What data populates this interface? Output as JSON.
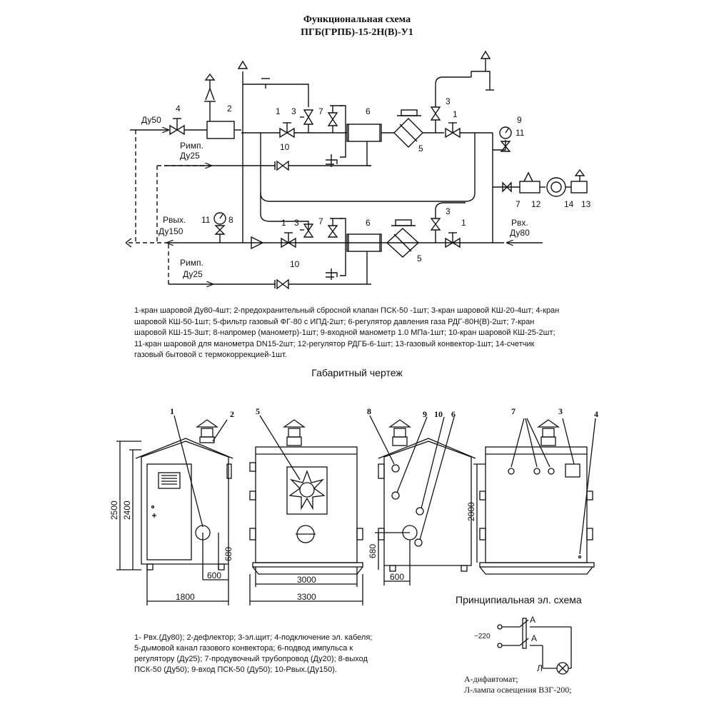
{
  "title": {
    "line1": "Функциональная схема",
    "line2": "ПГБ(ГРПБ)-15-2Н(В)-У1"
  },
  "scheme": {
    "du50": "Ду50",
    "rimp1": "Римп.",
    "du25_1": "Ду25",
    "rvyh": "Рвых.",
    "du150": "Ду150",
    "rimp2": "Римп.",
    "du25_2": "Ду25",
    "rvh": "Рвх.",
    "du80": "Ду80"
  },
  "legend_lines": [
    "1-кран шаровой Ду80-4шт; 2-предохранительный сбросной клапан ПСК-50 -1шт; 3-кран шаровой КШ-20-4шт; 4-кран",
    "шаровой КШ-50-1шт; 5-фильтр газовый ФГ-80 с ИПД-2шт; 6-регулятор давления газа РДГ-80Н(В)-2шт; 7-кран",
    "шаровой КШ-15-3шт; 8-напромер (манометр)-1шт; 9-входной манометр 1.0 МПа-1шт; 10-кран шаровой КШ-25-2шт;",
    "11-кран шаровой для манометра DN15-2шт; 12-регулятор РДГБ-6-1шт; 13-газовый конвектор-1шт; 14-счетчик",
    "газовый бытовой с термокоррекцией-1шт."
  ],
  "gabarit_title": "Габаритный чертеж",
  "dims": {
    "h2500": "2500",
    "h2400": "2400",
    "h680a": "680",
    "w600a": "600",
    "w1800": "1800",
    "w3000": "3000",
    "w3300": "3300",
    "h680b": "680",
    "w600b": "600",
    "h2000": "2000"
  },
  "gabarit_legend_lines": [
    "1- Рвх.(Ду80); 2-дефлектор; 3-эл.щит; 4-подключение эл. кабеля;",
    "5-дымовой канал газового конвектора; 6-подвод импульса к",
    "регулятору (Ду25); 7-продувочный трубопровод (Ду20); 8-выход",
    "ПСК-50 (Ду50); 9-вход ПСК-50 (Ду50); 10-Рвых.(Ду150)."
  ],
  "elec": {
    "title": "Принципиальная эл. схема",
    "voltage": "~220",
    "a1": "А",
    "a2": "А",
    "l": "Л",
    "legend1": "А-дифавтомат;",
    "legend2": "Л-лампа освещения ВЗГ-200;"
  }
}
